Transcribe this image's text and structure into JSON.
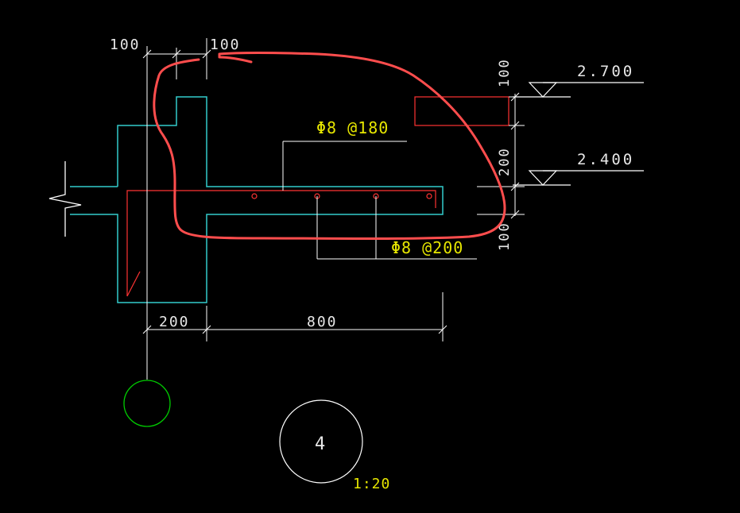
{
  "dimensions": {
    "top_left": "100",
    "top_right": "100",
    "bottom_left": "200",
    "bottom_right": "800",
    "vertical_top": "100",
    "vertical_middle": "200",
    "vertical_bottom": "100"
  },
  "levels": {
    "upper": "2.700",
    "lower": "2.400"
  },
  "rebar_labels": {
    "upper": "Φ8 @180",
    "lower": "Φ8 @200"
  },
  "detail": {
    "number": "4",
    "scale": "1:20"
  },
  "colors": {
    "concrete_outline": "#33cccc",
    "rebar": "#ff3333",
    "text_white": "#e8e8e8",
    "text_yellow": "#e6e600",
    "markup": "#ff4d4d",
    "axis_circle": "#00cc00"
  }
}
